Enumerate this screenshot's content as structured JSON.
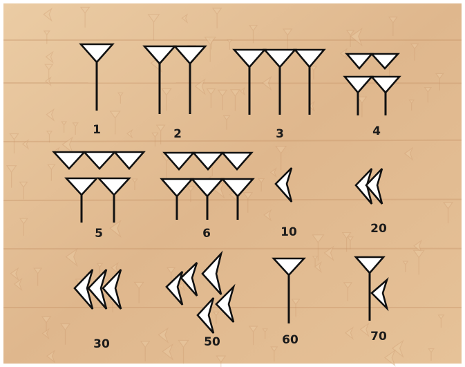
{
  "colors": {
    "tablet_light": "#e9c9a0",
    "tablet_mid": "#d9b086",
    "tablet_dark": "#c49064",
    "wedge_fill": "#ffffff",
    "wedge_stroke": "#111111",
    "frame": "#ffffff"
  },
  "numerals": [
    {
      "label": "1",
      "value": 1
    },
    {
      "label": "2",
      "value": 2
    },
    {
      "label": "3",
      "value": 3
    },
    {
      "label": "4",
      "value": 4
    },
    {
      "label": "5",
      "value": 5
    },
    {
      "label": "6",
      "value": 6
    },
    {
      "label": "10",
      "value": 10
    },
    {
      "label": "20",
      "value": 20
    },
    {
      "label": "30",
      "value": 30
    },
    {
      "label": "50",
      "value": 50
    },
    {
      "label": "60",
      "value": 60
    },
    {
      "label": "70",
      "value": 70
    }
  ]
}
